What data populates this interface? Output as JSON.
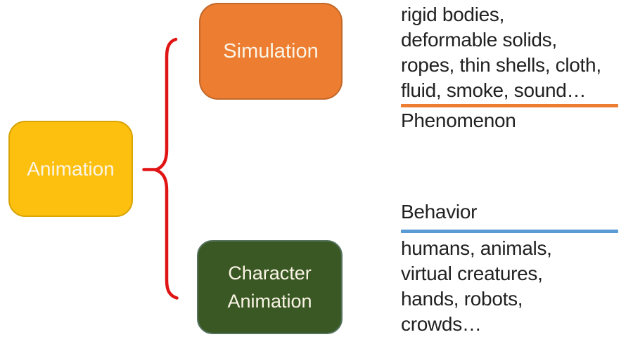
{
  "colors": {
    "background": "#ffffff",
    "gold": "#fdc00f",
    "gold-border": "#d9a404",
    "orange": "#ed7d31",
    "orange-border": "#c26829",
    "green": "#3a5823",
    "green-border": "#55735f",
    "red": "#e01414",
    "blue": "#5b9bd5",
    "text": "#212121"
  },
  "root_box": {
    "label": "Animation"
  },
  "branch_boxes": {
    "simulation": {
      "label": "Simulation"
    },
    "character": {
      "label": "Character Animation"
    }
  },
  "phenomenon": {
    "lines": [
      "rigid bodies,",
      "deformable solids,",
      "ropes, thin shells, cloth,",
      "fluid, smoke, sound…"
    ],
    "label": "Phenomenon"
  },
  "behavior": {
    "label": "Behavior",
    "lines": [
      "humans, animals,",
      "virtual creatures,",
      "hands, robots,",
      "crowds…"
    ]
  }
}
